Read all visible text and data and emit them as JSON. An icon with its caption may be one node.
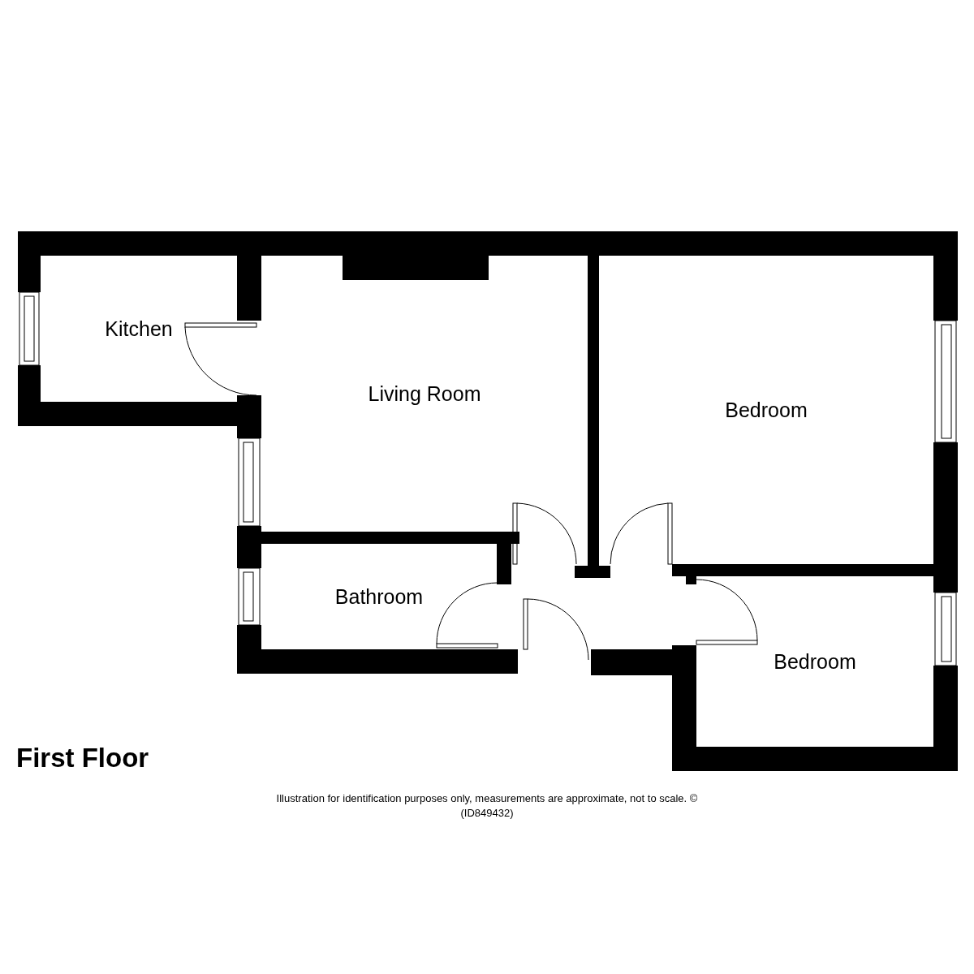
{
  "diagram": {
    "title": "First Floor",
    "caption": "Illustration for identification purposes only, measurements are approximate, not to scale. © (ID849432)",
    "nodes": [
      {
        "text": [
          "Kitchen"
        ]
      },
      {
        "text": [
          "Living Room"
        ]
      },
      {
        "text": [
          "Bedroom"
        ]
      },
      {
        "text": [
          "Bathroom"
        ]
      },
      {
        "text": [
          "Bedroom"
        ]
      }
    ]
  }
}
